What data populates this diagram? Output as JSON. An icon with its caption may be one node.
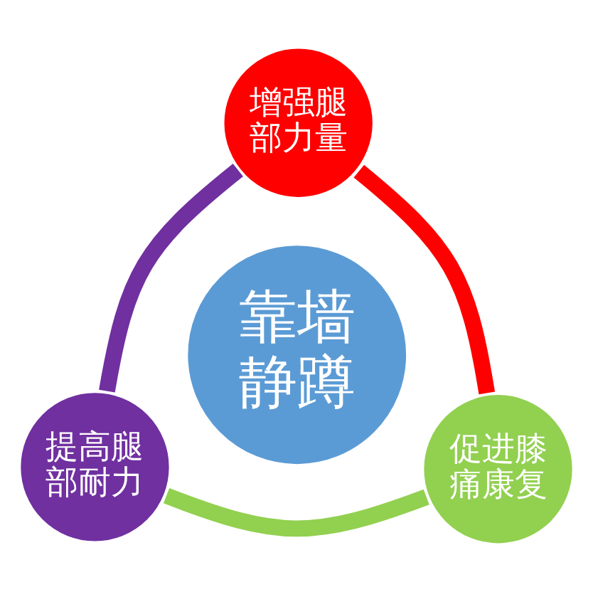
{
  "diagram": {
    "nodes": [
      {
        "text": [
          "增强腿部力量"
        ]
      },
      {
        "text": [
          "靠墙静蹲"
        ]
      },
      {
        "text": [
          "提高腿部耐力"
        ]
      },
      {
        "text": [
          "促进膝痛康复"
        ]
      }
    ],
    "edges": [
      {
        "from": 0,
        "to": 3,
        "arrow": "none",
        "color": "#ff0000"
      },
      {
        "from": 3,
        "to": 2,
        "arrow": "none",
        "color": "#92d050"
      },
      {
        "from": 2,
        "to": 0,
        "arrow": "none",
        "color": "#7030a0"
      }
    ]
  }
}
